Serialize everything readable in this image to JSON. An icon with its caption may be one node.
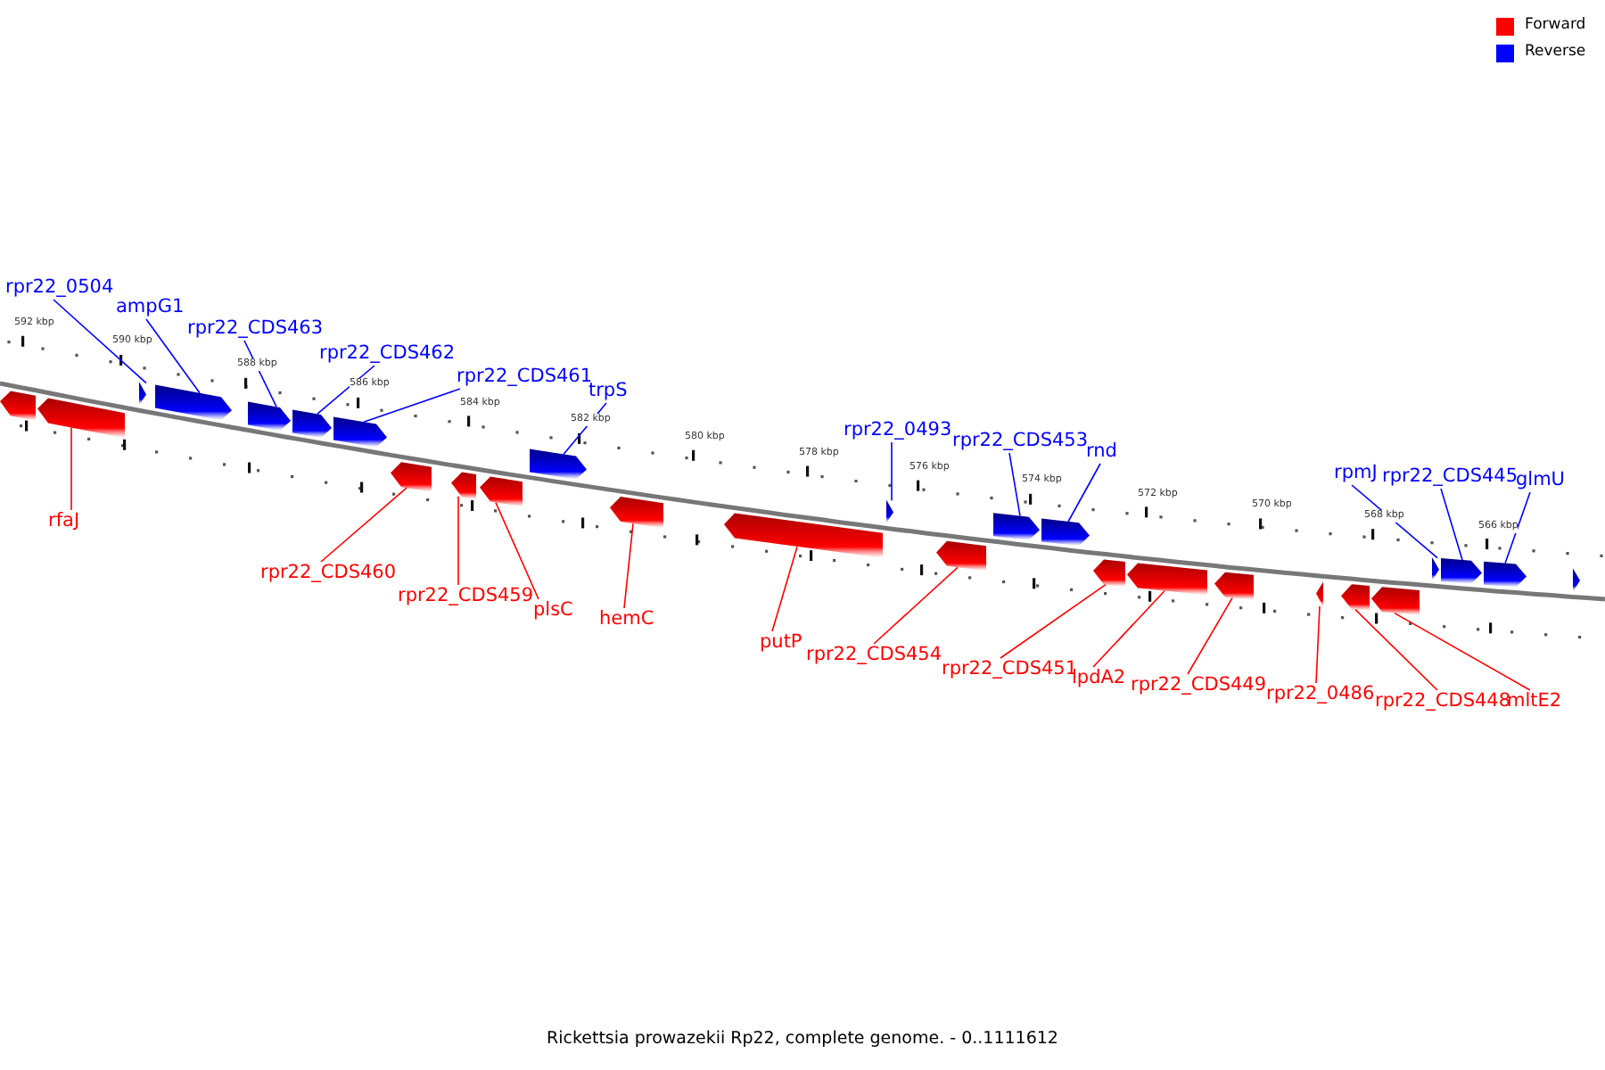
{
  "diagram": {
    "caption": "Rickettsia prowazekii Rp22, complete genome. - 0..1111612",
    "nodes": [
      {
        "text": [
          "rpr22_0504"
        ]
      },
      {
        "text": [
          "ampG1"
        ]
      },
      {
        "text": [
          "rpr22_CDS463"
        ]
      },
      {
        "text": [
          "rpr22_CDS462"
        ]
      },
      {
        "text": [
          "rpr22_CDS461"
        ]
      },
      {
        "text": [
          "trpS"
        ]
      },
      {
        "text": [
          "rpr22_0493"
        ]
      },
      {
        "text": [
          "rpr22_CDS453"
        ]
      },
      {
        "text": [
          "rnd"
        ]
      },
      {
        "text": [
          "rpmJ"
        ]
      },
      {
        "text": [
          "rpr22_CDS445"
        ]
      },
      {
        "text": [
          "glmU"
        ]
      },
      {
        "text": [
          "rfaJ"
        ]
      },
      {
        "text": [
          "rpr22_CDS460"
        ]
      },
      {
        "text": [
          "rpr22_CDS459"
        ]
      },
      {
        "text": [
          "plsC"
        ]
      },
      {
        "text": [
          "hemC"
        ]
      },
      {
        "text": [
          "putP"
        ]
      },
      {
        "text": [
          "rpr22_CDS454"
        ]
      },
      {
        "text": [
          "rpr22_CDS451"
        ]
      },
      {
        "text": [
          "lpdA2"
        ]
      },
      {
        "text": [
          "rpr22_CDS449"
        ]
      },
      {
        "text": [
          "rpr22_0486"
        ]
      },
      {
        "text": [
          "rpr22_CDS448"
        ]
      },
      {
        "text": [
          "mltE2"
        ]
      },
      {
        "text": [],
        "shape": "arrow"
      },
      {
        "text": [],
        "shape": "arrow"
      },
      {
        "text": [],
        "shape": "arrow"
      },
      {
        "text": [],
        "shape": "arrow"
      },
      {
        "text": [],
        "shape": "arrow"
      },
      {
        "text": [],
        "shape": "arrow"
      },
      {
        "text": [],
        "shape": "arrow"
      },
      {
        "text": [],
        "shape": "arrow"
      },
      {
        "text": [],
        "shape": "arrow"
      },
      {
        "text": [],
        "shape": "arrow"
      },
      {
        "text": [],
        "shape": "arrow"
      },
      {
        "text": [],
        "shape": "arrow"
      },
      {
        "text": [],
        "shape": "arrow"
      },
      {
        "text": [],
        "shape": "arrow"
      },
      {
        "text": [],
        "shape": "arrow"
      },
      {
        "text": [],
        "shape": "arrow"
      },
      {
        "text": [],
        "shape": "arrow"
      },
      {
        "text": [],
        "shape": "arrow"
      },
      {
        "text": [],
        "shape": "arrow"
      },
      {
        "text": [],
        "shape": "arrow"
      },
      {
        "text": [],
        "shape": "arrow"
      },
      {
        "text": [],
        "shape": "arrow"
      },
      {
        "text": [],
        "shape": "arrow"
      },
      {
        "text": [],
        "shape": "arrow"
      },
      {
        "text": [],
        "shape": "arrow"
      },
      {
        "text": [],
        "shape": "arrow"
      },
      {
        "text": [],
        "shape": "arrow"
      }
    ],
    "edges": [
      {
        "from": 0,
        "to": 27,
        "arrow": "none",
        "color": "#0000ff"
      },
      {
        "from": 1,
        "to": 28,
        "arrow": "none",
        "color": "#0000ff"
      },
      {
        "from": 2,
        "to": 29,
        "arrow": "none",
        "color": "#0000ff"
      },
      {
        "from": 3,
        "to": 30,
        "arrow": "none",
        "color": "#0000ff"
      },
      {
        "from": 4,
        "to": 31,
        "arrow": "none",
        "color": "#0000ff"
      },
      {
        "from": 5,
        "to": 35,
        "arrow": "none",
        "color": "#0000ff"
      },
      {
        "from": 6,
        "to": 38,
        "arrow": "none",
        "color": "#0000ff"
      },
      {
        "from": 7,
        "to": 40,
        "arrow": "none",
        "color": "#0000ff"
      },
      {
        "from": 8,
        "to": 41,
        "arrow": "none",
        "color": "#0000ff"
      },
      {
        "from": 9,
        "to": 48,
        "arrow": "none",
        "color": "#0000ff"
      },
      {
        "from": 10,
        "to": 49,
        "arrow": "none",
        "color": "#0000ff"
      },
      {
        "from": 11,
        "to": 50,
        "arrow": "none",
        "color": "#0000ff"
      },
      {
        "from": 12,
        "to": 26,
        "arrow": "none"
      },
      {
        "from": 13,
        "to": 32,
        "arrow": "none"
      },
      {
        "from": 14,
        "to": 33,
        "arrow": "none"
      },
      {
        "from": 15,
        "to": 34,
        "arrow": "none"
      },
      {
        "from": 16,
        "to": 36,
        "arrow": "none"
      },
      {
        "from": 17,
        "to": 37,
        "arrow": "none"
      },
      {
        "from": 18,
        "to": 39,
        "arrow": "none"
      },
      {
        "from": 19,
        "to": 42,
        "arrow": "none"
      },
      {
        "from": 20,
        "to": 43,
        "arrow": "none"
      },
      {
        "from": 21,
        "to": 44,
        "arrow": "none"
      },
      {
        "from": 22,
        "to": 45,
        "arrow": "none"
      },
      {
        "from": 23,
        "to": 46,
        "arrow": "none"
      },
      {
        "from": 24,
        "to": 47,
        "arrow": "none"
      }
    ],
    "labels": [
      "592 kbp",
      "590 kbp",
      "588 kbp",
      "586 kbp",
      "584 kbp",
      "582 kbp",
      "580 kbp",
      "578 kbp",
      "576 kbp",
      "574 kbp",
      "572 kbp",
      "570 kbp",
      "568 kbp",
      "566 kbp"
    ],
    "legend": [
      {
        "text": "Forward",
        "color": "#ff0000"
      },
      {
        "text": "Reverse",
        "color": "#0000ff"
      }
    ]
  }
}
